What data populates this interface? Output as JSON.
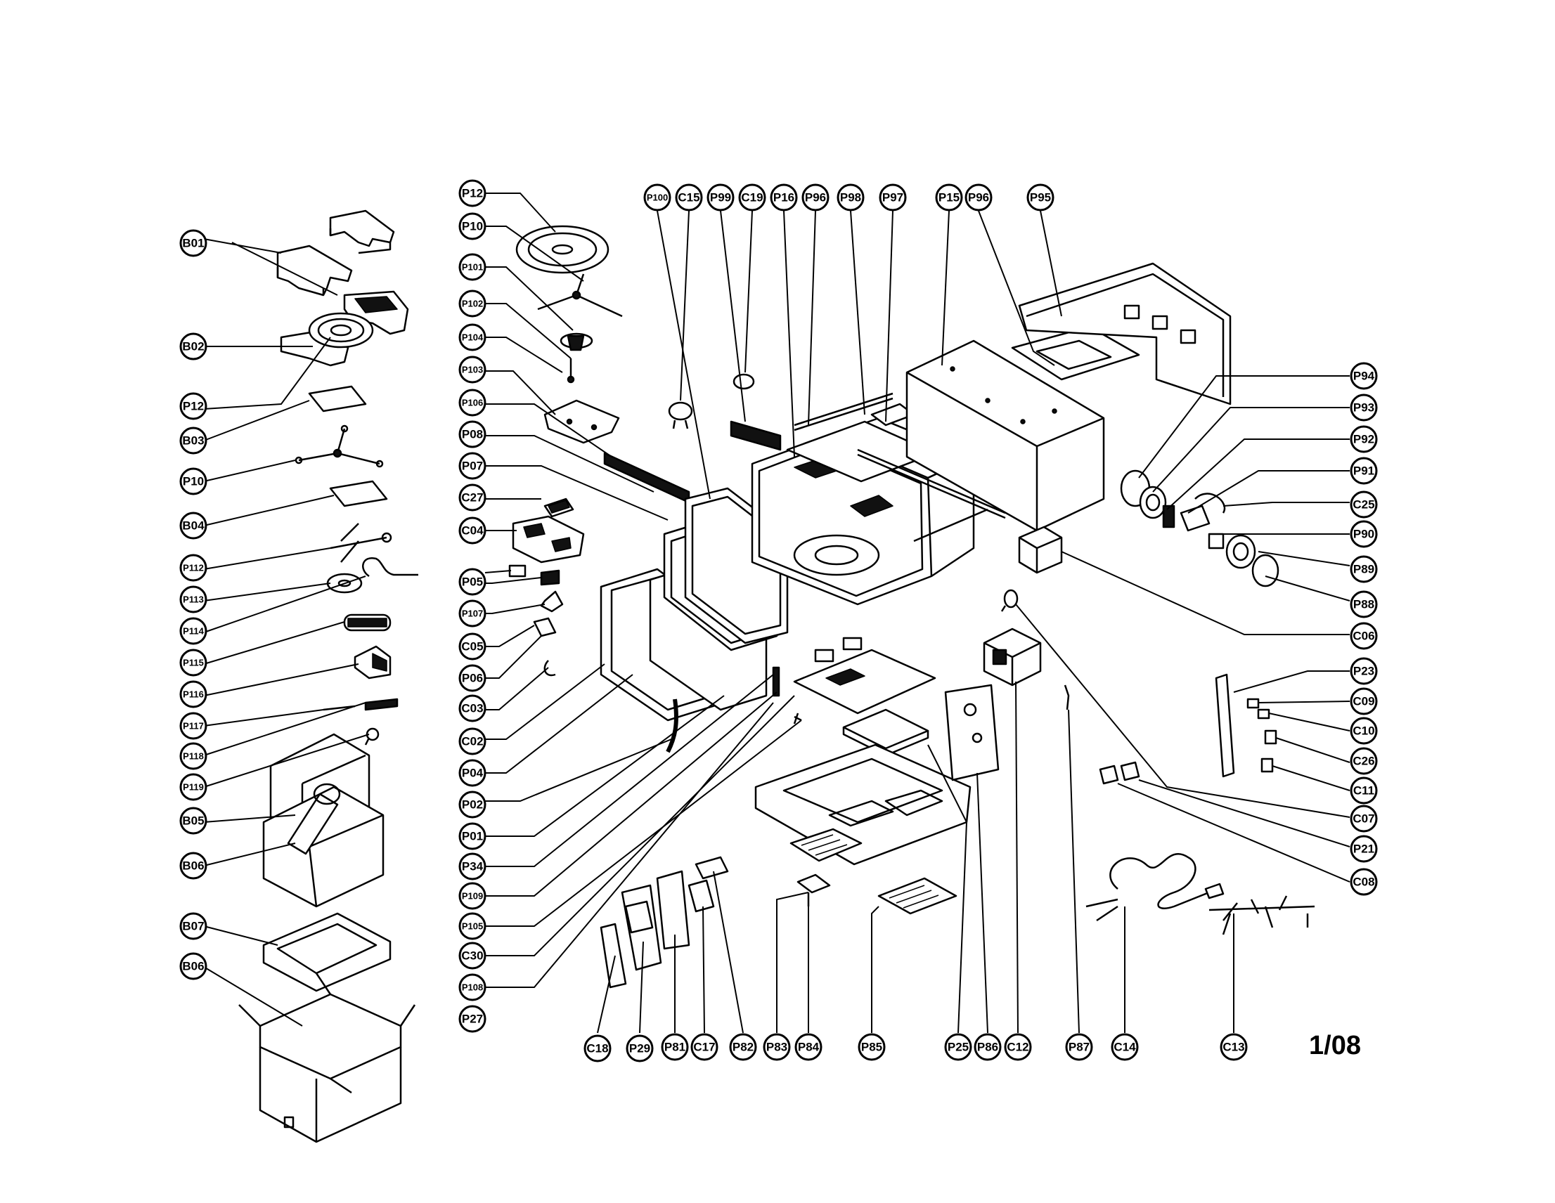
{
  "page_number": "1/08",
  "labels": {
    "B01": "B01",
    "B02": "B02",
    "P12a": "P12",
    "B03": "B03",
    "P10a": "P10",
    "B04": "B04",
    "P112": "P112",
    "P113": "P113",
    "P114": "P114",
    "P115": "P115",
    "P116": "P116",
    "P117": "P117",
    "P118": "P118",
    "P119": "P119",
    "B05": "B05",
    "B06a": "B06",
    "B07": "B07",
    "B06b": "B06",
    "P12b": "P12",
    "P10b": "P10",
    "P101": "P101",
    "P102": "P102",
    "P104": "P104",
    "P103": "P103",
    "P106": "P106",
    "P08": "P08",
    "P07": "P07",
    "C27": "C27",
    "C04": "C04",
    "P05": "P05",
    "P107": "P107",
    "C05": "C05",
    "P06": "P06",
    "C03": "C03",
    "C02": "C02",
    "P04": "P04",
    "P02": "P02",
    "P01": "P01",
    "P34": "P34",
    "P109": "P109",
    "P105": "P105",
    "C30": "C30",
    "P108": "P108",
    "P27": "P27",
    "P100": "P100",
    "C15": "C15",
    "P99": "P99",
    "C19": "C19",
    "P16": "P16",
    "P96a": "P96",
    "P98": "P98",
    "P97": "P97",
    "P15": "P15",
    "P96b": "P96",
    "P95": "P95",
    "P94": "P94",
    "P93": "P93",
    "P92": "P92",
    "P91": "P91",
    "C25": "C25",
    "P90": "P90",
    "P89": "P89",
    "P88": "P88",
    "C06": "C06",
    "P23": "P23",
    "C09": "C09",
    "C10": "C10",
    "C26": "C26",
    "C11": "C11",
    "C07": "C07",
    "P21": "P21",
    "C08": "C08",
    "C18": "C18",
    "P29": "P29",
    "P81": "P81",
    "C17": "C17",
    "P82": "P82",
    "P83": "P83",
    "P84": "P84",
    "P85": "P85",
    "P25": "P25",
    "P86": "P86",
    "C12": "C12",
    "P87": "P87",
    "C14": "C14",
    "C13": "C13"
  },
  "icons": {
    "callout": "circled-label-icon"
  }
}
